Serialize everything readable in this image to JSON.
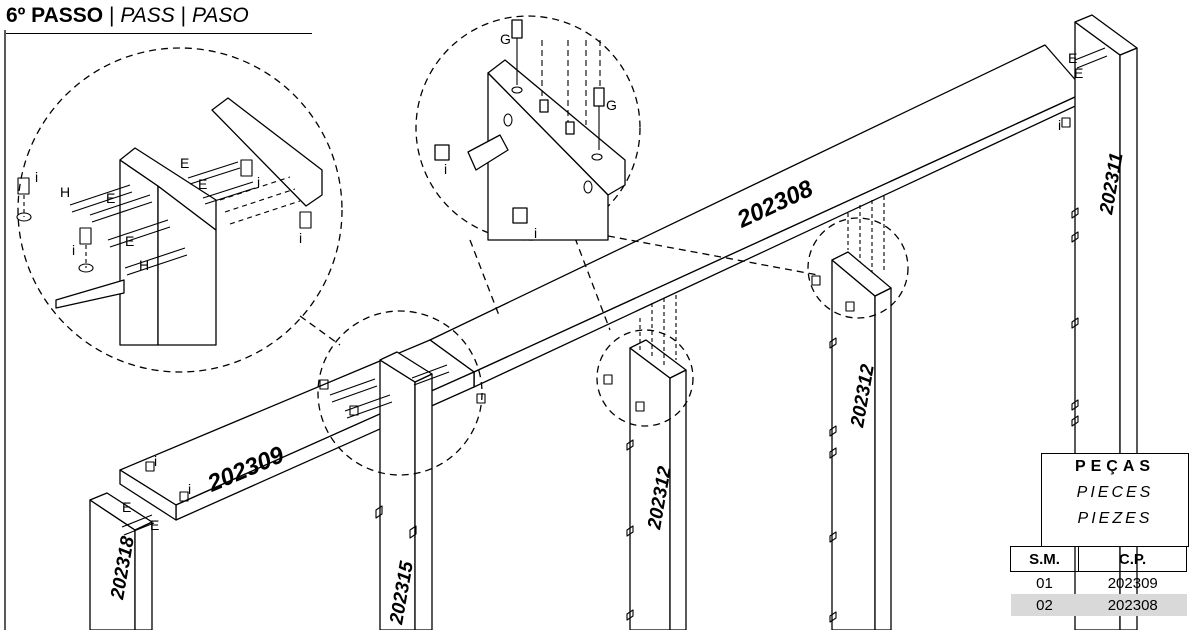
{
  "header": {
    "step": "6º PASSO",
    "sep1": "|",
    "pass": "PASS",
    "sep2": "|",
    "paso": "PASO"
  },
  "part_numbers": {
    "p202309": "202309",
    "p202308": "202308",
    "p202311": "202311",
    "p202312a": "202312",
    "p202312b": "202312",
    "p202318": "202318",
    "p202315": "202315"
  },
  "hardware_labels": {
    "E": "E",
    "H": "H",
    "G": "G",
    "i": "i"
  },
  "pieces": {
    "title": "PEÇAS",
    "title_en": "PIECES",
    "title_it": "PIEZES",
    "col_sm": "S.M.",
    "col_cp": "C.P.",
    "rows": [
      {
        "sm": "01",
        "cp": "202309"
      },
      {
        "sm": "02",
        "cp": "202308"
      }
    ]
  },
  "colors": {
    "line": "#000000",
    "row_highlight": "#d9d9d9",
    "background": "#ffffff"
  }
}
